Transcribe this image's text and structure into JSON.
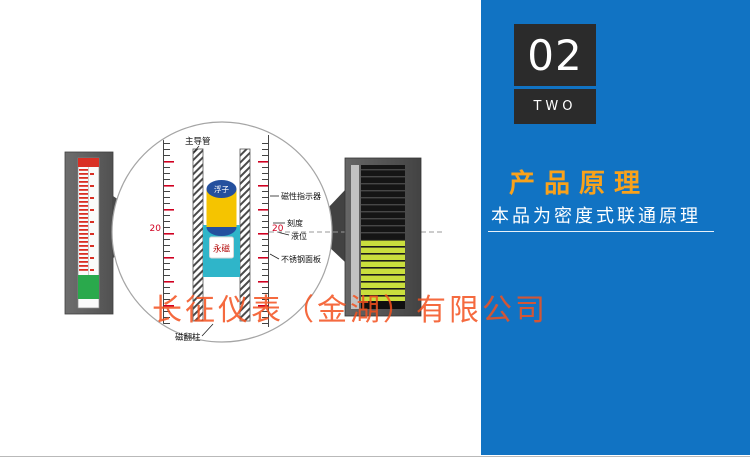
{
  "right_panel": {
    "number": "02",
    "number_word": "TWO",
    "title": "产品原理",
    "subtitle": "本品为密度式联通原理"
  },
  "watermark": {
    "text": "长征仪表（金湖）有限公司"
  },
  "diagram": {
    "labels": {
      "main_tube": "主导管",
      "float": "浮子",
      "magnet": "永磁",
      "magnetic_indicator": "磁性指示器",
      "scale": "刻度",
      "liquid_level": "液位",
      "steel_panel": "不锈钢面板",
      "flap_column": "磁翻柱",
      "left_scale_value": "20",
      "right_scale_value": "20"
    }
  },
  "colors": {
    "panel_blue": "#1173c3",
    "box_dark": "#2b2b2b",
    "title_orange": "#f9a21b",
    "watermark_orange": "#f4511e",
    "float_yellow": "#f5c400",
    "float_cap_blue": "#24509e",
    "liquid_cyan": "#2fb5c9",
    "indicator_yellow": "#c9de3d",
    "gauge_red": "#d93025",
    "gauge_green": "#2aa94c"
  }
}
